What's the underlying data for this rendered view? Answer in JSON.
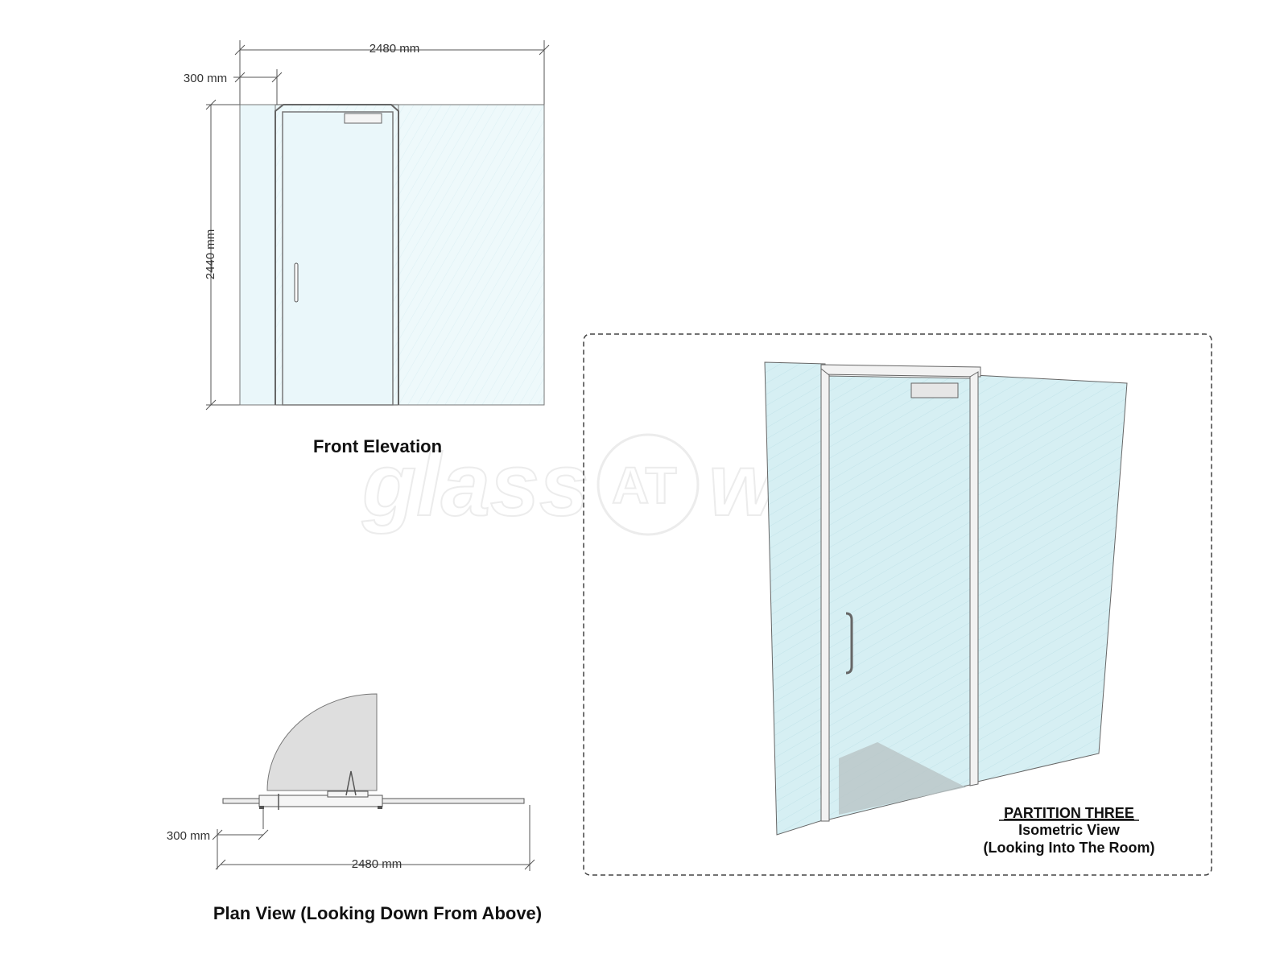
{
  "front_elevation": {
    "width_label": "2480 mm",
    "side_label": "300 mm",
    "height_label": "2440 mm",
    "caption": "Front Elevation"
  },
  "plan_view": {
    "side_label": "300 mm",
    "width_label": "2480 mm",
    "caption": "Plan View (Looking Down From Above)"
  },
  "isometric": {
    "title": "PARTITION THREE",
    "line1": "Isometric View",
    "line2": "(Looking Into The Room)"
  },
  "watermark": {
    "left": "glass",
    "mid": "AT",
    "right": "work"
  },
  "colors": {
    "glass_fill": "#eaf7fa",
    "glass_iso": "#cdebf0",
    "frame": "#6a6a6a",
    "line": "#555555",
    "shadow": "#b9c4c6"
  }
}
